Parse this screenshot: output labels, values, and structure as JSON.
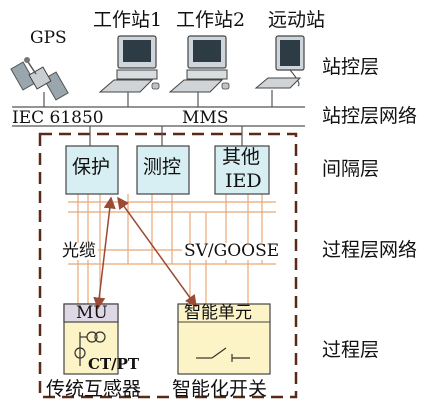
{
  "stations": {
    "gps": "GPS",
    "workstation1": "工作站1",
    "workstation2": "工作站2",
    "remote": "远动站"
  },
  "layers": {
    "station_control": "站控层",
    "station_network": "站控层网络",
    "bay": "间隔层",
    "process_network": "过程层网络",
    "process": "过程层"
  },
  "network": {
    "iec": "IEC 61850",
    "mms": "MMS",
    "fiber": "光缆",
    "svgoose": "SV/GOOSE"
  },
  "bay_devices": {
    "protection": "保护",
    "measure_control": "测控",
    "other_line1": "其他",
    "other_line2": "IED"
  },
  "process_devices": {
    "mu": "MU",
    "ctpt": "CT/PT",
    "intelligent_unit": "智能单元",
    "traditional_transformer": "传统互感器",
    "intelligent_switch": "智能化开关"
  },
  "colors": {
    "bay_fill": "#d7eef3",
    "process_fill": "#fcf3c6",
    "mu_header": "#ded7e6",
    "frame": "#5b2a17",
    "link": "#e8a878",
    "arrow": "#9a4a35"
  }
}
